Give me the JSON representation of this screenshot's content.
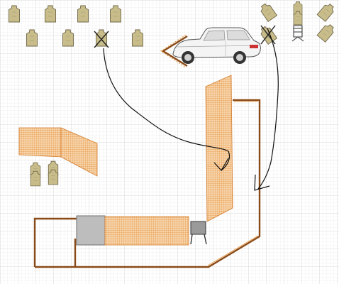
{
  "canvas": {
    "background": "#ffffff",
    "grid_minor_color": "#e6e6e6",
    "grid_major_color": "#d0d0d0"
  },
  "palette": {
    "target_fill": "#c8bd8a",
    "target_stroke": "#6e6648",
    "wall_color": "#8a4a17",
    "mesh_color": "#e8953a",
    "mesh_bg": "#f6d4ad",
    "block_fill": "#bdbdbd",
    "path_color": "#111111",
    "car_body": "#f4f4f4",
    "car_outline": "#555555"
  },
  "diagram": {
    "title": "",
    "labels": [],
    "targets_standing_count": 10,
    "targets_crossed_out_count": 2,
    "targets_leaning_count": 4,
    "targets_stacked_count": 2,
    "targets_on_stand_count": 1,
    "car_count": 1,
    "barricade_count": 1,
    "table_count": 1
  }
}
